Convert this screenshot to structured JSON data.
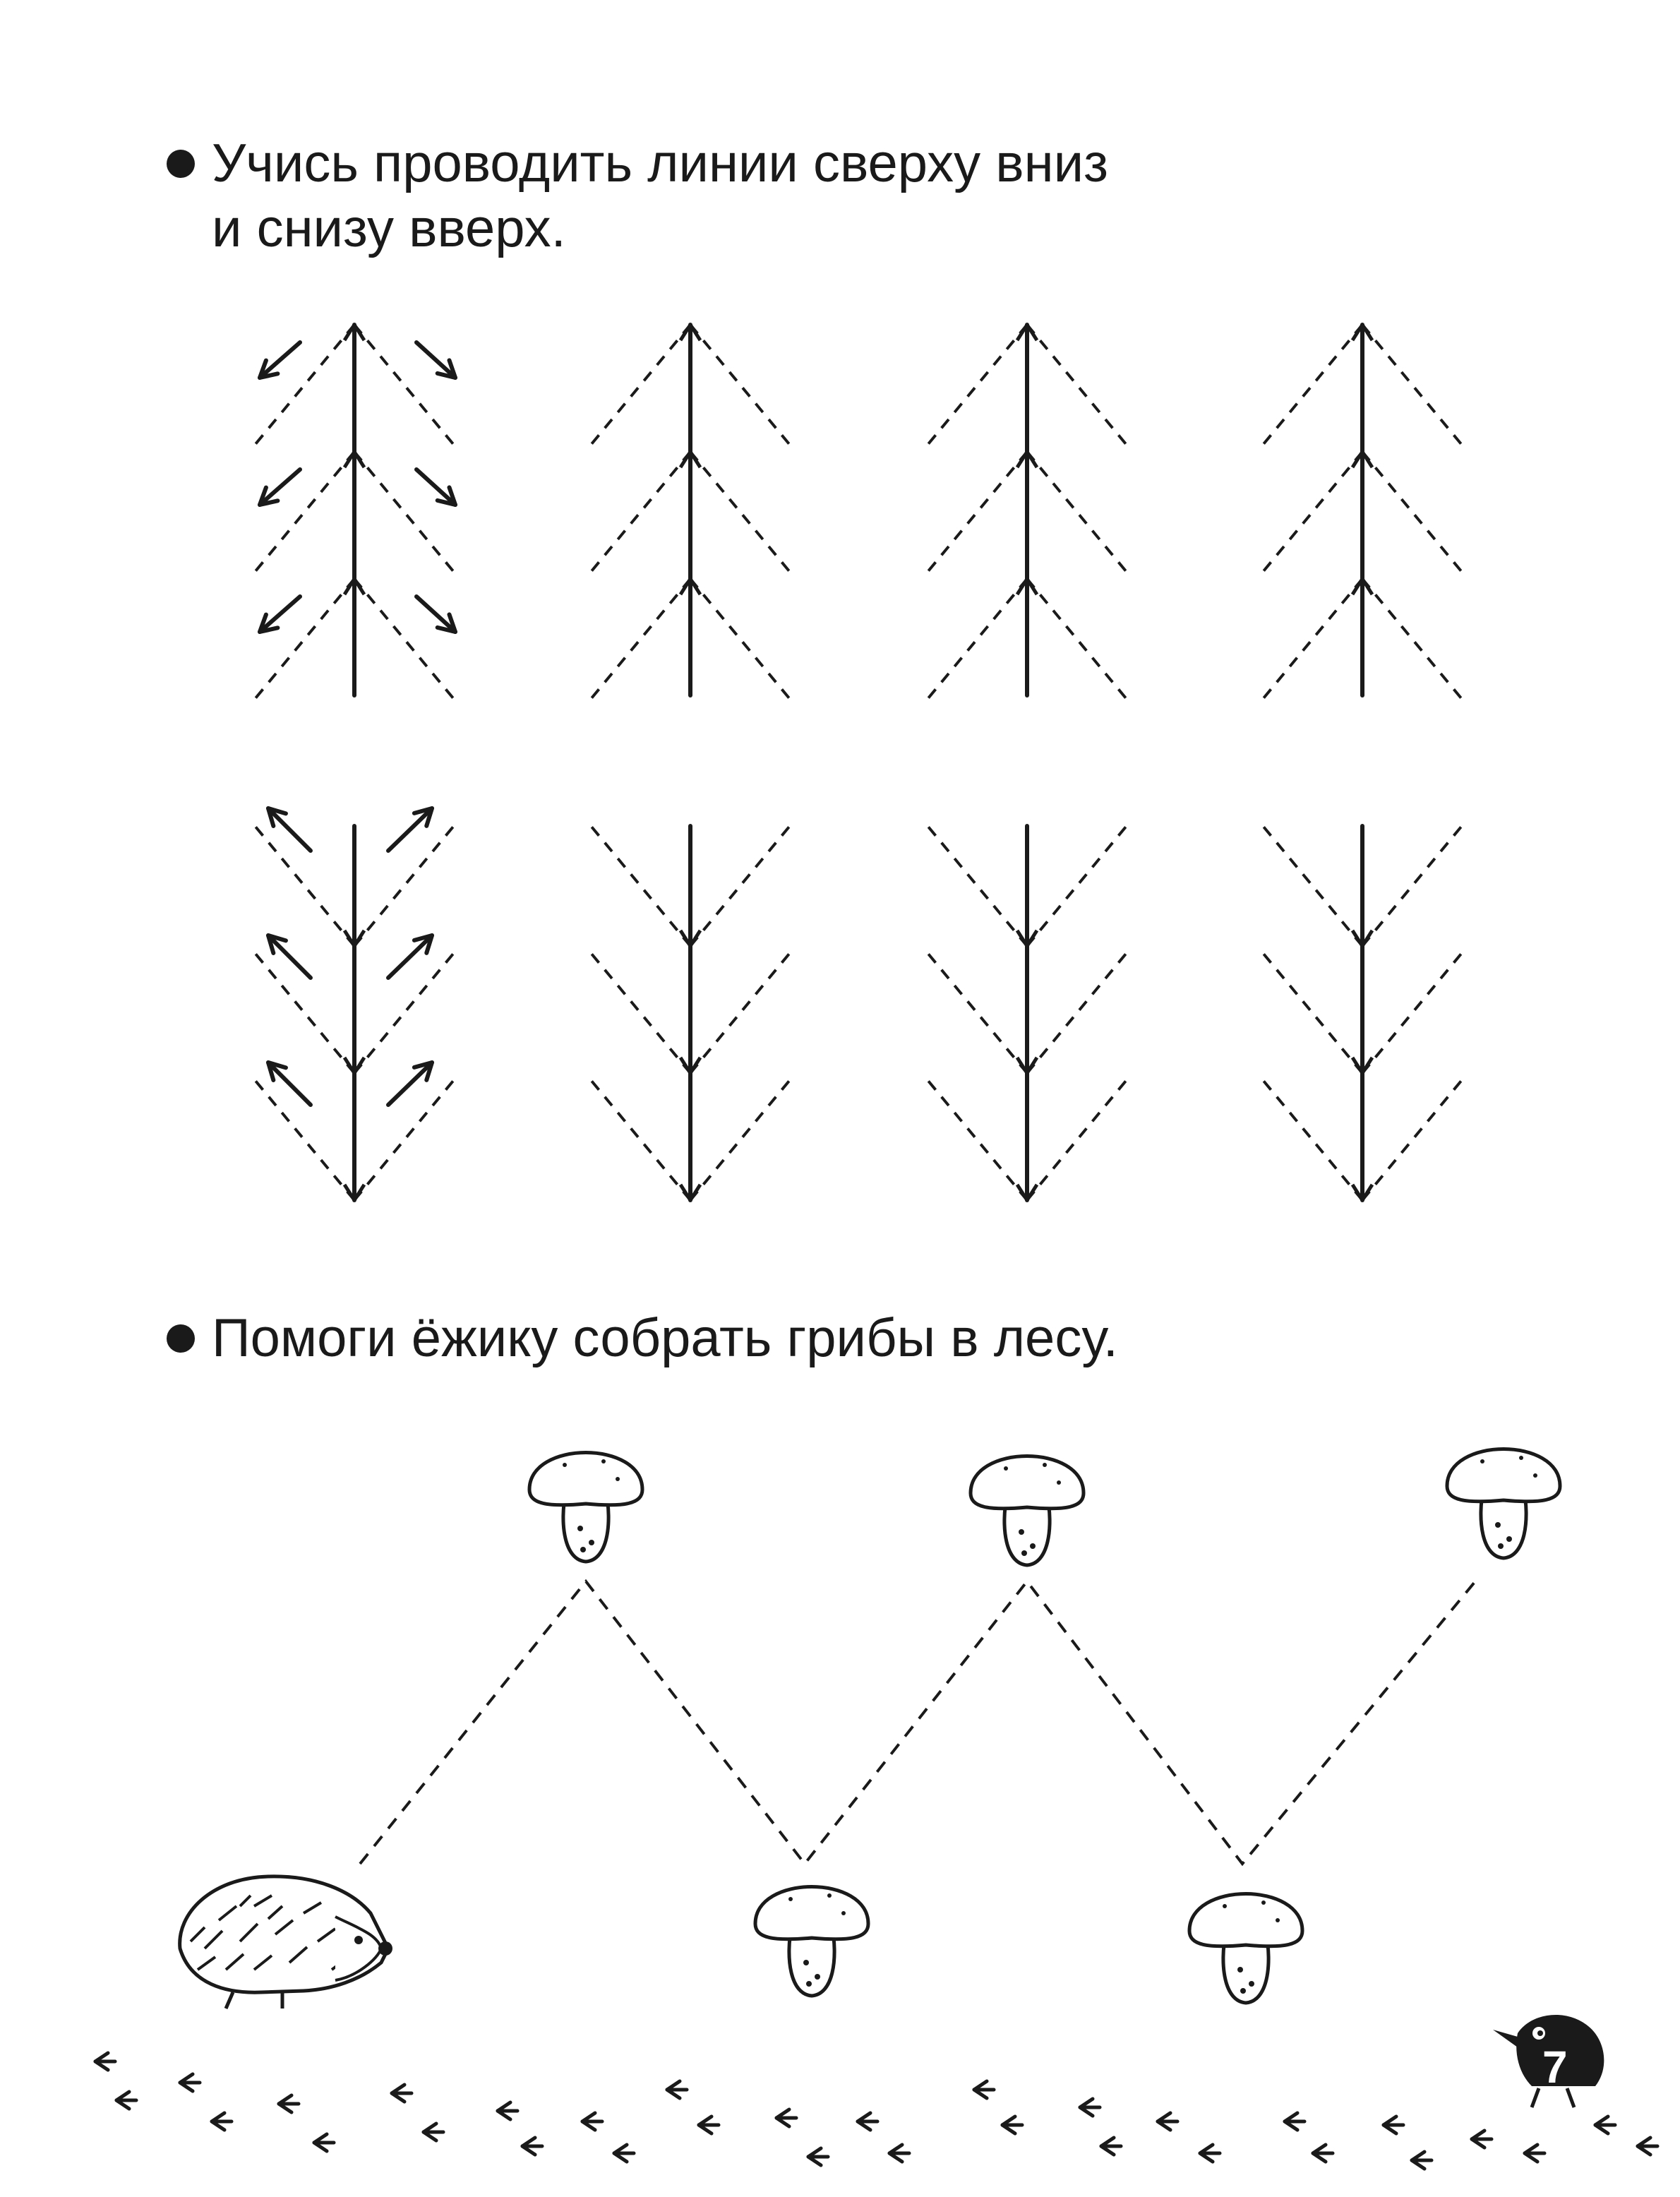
{
  "instructions": [
    {
      "lines": [
        "Учись проводить линии сверху вниз",
        "и снизу вверх."
      ]
    },
    {
      "lines": [
        "Помоги ёжику собрать грибы в лесу."
      ]
    }
  ],
  "page_number": "7",
  "colors": {
    "ink": "#1a1a1a",
    "paper": "#ffffff"
  },
  "exercise_1": {
    "rows": [
      {
        "direction": "down",
        "trees": 4,
        "tiers": 3,
        "arrow_guides_on_first_tree": true
      },
      {
        "direction": "up",
        "trees": 4,
        "tiers": 3,
        "arrow_guides_on_first_tree": true
      }
    ]
  },
  "exercise_2": {
    "path_style": "dashed zigzag",
    "characters": [
      "hedgehog",
      "mushroom",
      "mushroom",
      "mushroom",
      "mushroom",
      "mushroom",
      "bird"
    ],
    "decoration": "bird footprints"
  }
}
